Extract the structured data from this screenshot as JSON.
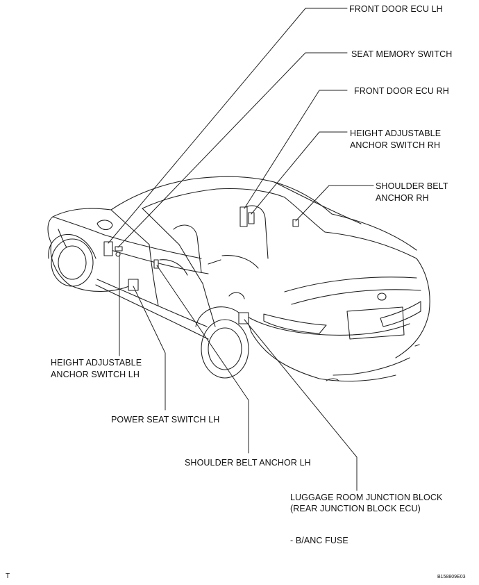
{
  "labels": {
    "front_door_ecu_lh": "FRONT DOOR ECU LH",
    "seat_memory_switch": "SEAT MEMORY SWITCH",
    "front_door_ecu_rh": "FRONT DOOR ECU RH",
    "height_adjustable_rh_line1": "HEIGHT ADJUSTABLE",
    "height_adjustable_rh_line2": "ANCHOR SWITCH RH",
    "shoulder_belt_rh_line1": "SHOULDER BELT",
    "shoulder_belt_rh_line2": "ANCHOR RH",
    "height_adjustable_lh_line1": "HEIGHT ADJUSTABLE",
    "height_adjustable_lh_line2": "ANCHOR SWITCH LH",
    "power_seat_switch_lh": "POWER SEAT SWITCH LH",
    "shoulder_belt_anchor_lh": "SHOULDER BELT ANCHOR LH",
    "luggage_junction_line1": "LUGGAGE ROOM JUNCTION BLOCK",
    "luggage_junction_line2": "(REAR JUNCTION BLOCK ECU)",
    "fuse_note": "- B/ANC FUSE"
  },
  "footer": {
    "left_mark": "T",
    "figure_id": "B158809E03"
  }
}
